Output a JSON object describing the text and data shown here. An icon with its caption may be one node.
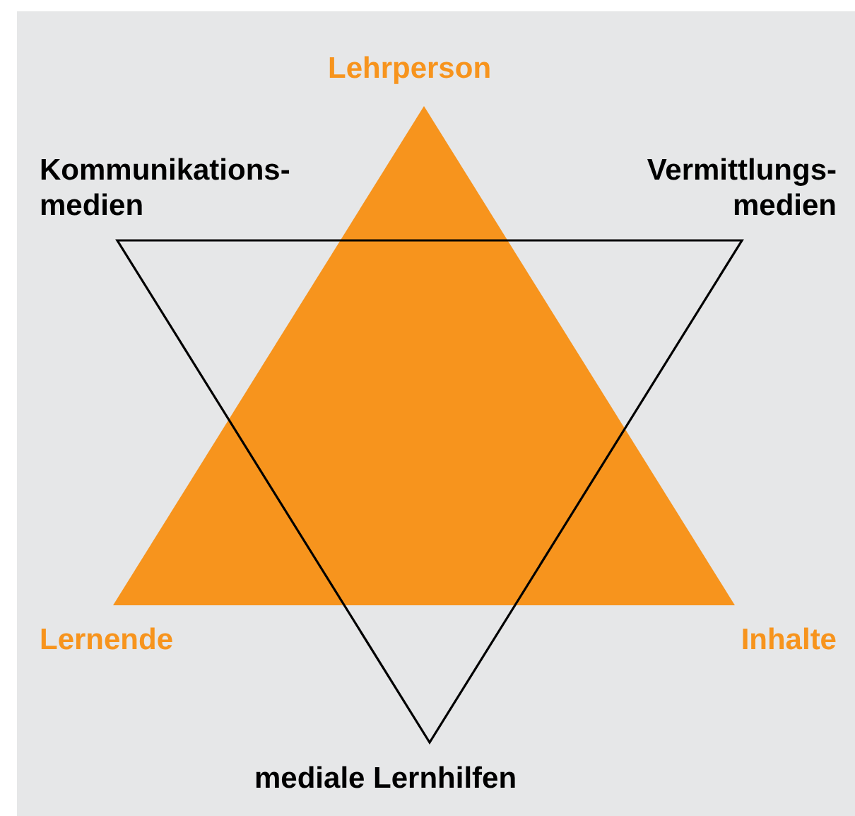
{
  "diagram": {
    "labels": [
      "Lehrperson",
      "Kommunikations- medien",
      "Vermittlungs- medien",
      "Lernende",
      "Inhalte",
      "mediale Lernhilfen"
    ]
  }
}
